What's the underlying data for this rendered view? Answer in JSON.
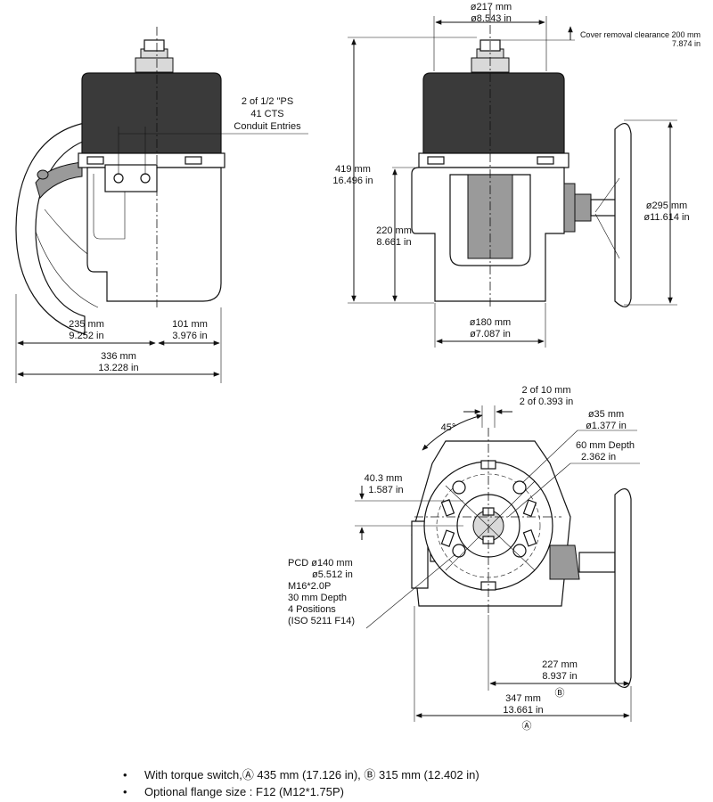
{
  "side_view": {
    "conduit": [
      "2 of 1/2 \"PS",
      "41 CTS",
      "Conduit Entries"
    ],
    "dim_235": [
      "235 mm",
      "9.252 in"
    ],
    "dim_101": [
      "101 mm",
      "3.976 in"
    ],
    "dim_336": [
      "336 mm",
      "13.228 in"
    ]
  },
  "front_view": {
    "dim_217": [
      "ø217 mm",
      "ø8.543 in"
    ],
    "cover": [
      "Cover removal clearance  200 mm",
      "7.874 in"
    ],
    "dim_419": [
      "419 mm",
      "16.496 in"
    ],
    "dim_220": [
      "220 mm",
      "8.661 in"
    ],
    "dim_295": [
      "ø295 mm",
      "ø11.614 in"
    ],
    "dim_180": [
      "ø180 mm",
      "ø7.087 in"
    ]
  },
  "bottom_view": {
    "angle": "45°",
    "dim_key": [
      "2 of 10 mm",
      "2 of 0.393 in"
    ],
    "dim_35": [
      "ø35 mm",
      "ø1.377 in"
    ],
    "depth": [
      "60 mm  Depth",
      "2.362 in"
    ],
    "dim_40": [
      "40.3 mm",
      "1.587 in"
    ],
    "pcd": [
      "PCD ø140 mm",
      "ø5.512 in",
      "M16*2.0P",
      "30 mm Depth",
      "4 Positions",
      "(ISO 5211 F14)"
    ],
    "dim_227": [
      "227 mm",
      "8.937 in"
    ],
    "marker_b": "Ⓑ",
    "dim_347": [
      "347 mm",
      "13.661 in"
    ],
    "marker_a": "Ⓐ"
  },
  "notes": [
    "With torque switch,Ⓐ 435 mm (17.126 in), Ⓑ 315 mm (12.402 in)",
    "Optional flange size : F12 (M12*1.75P)"
  ],
  "bullet": "•"
}
